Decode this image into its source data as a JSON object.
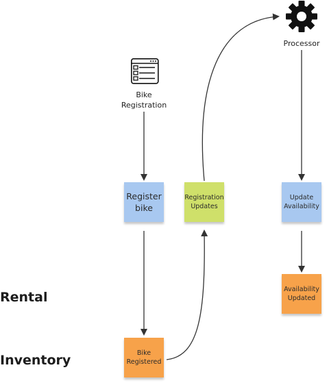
{
  "colors": {
    "command": "#a8c8f0",
    "event": "#f7a24a",
    "read_model": "#cfe06a",
    "connector": "#333333"
  },
  "icons": {
    "processor": "gear-icon",
    "ui": "form-window-icon"
  },
  "ui_node": {
    "label": "Bike\nRegistration"
  },
  "processor_node": {
    "label": "Processor"
  },
  "stickies": {
    "register_bike": "Register\nbike",
    "registration_updates": "Registration\nUpdates",
    "update_availability": "Update\nAvailability",
    "availability_updated": "Availability\nUpdated",
    "bike_registered": "Bike\nRegistered"
  },
  "lanes": {
    "rental": "Rental",
    "inventory": "Inventory"
  }
}
